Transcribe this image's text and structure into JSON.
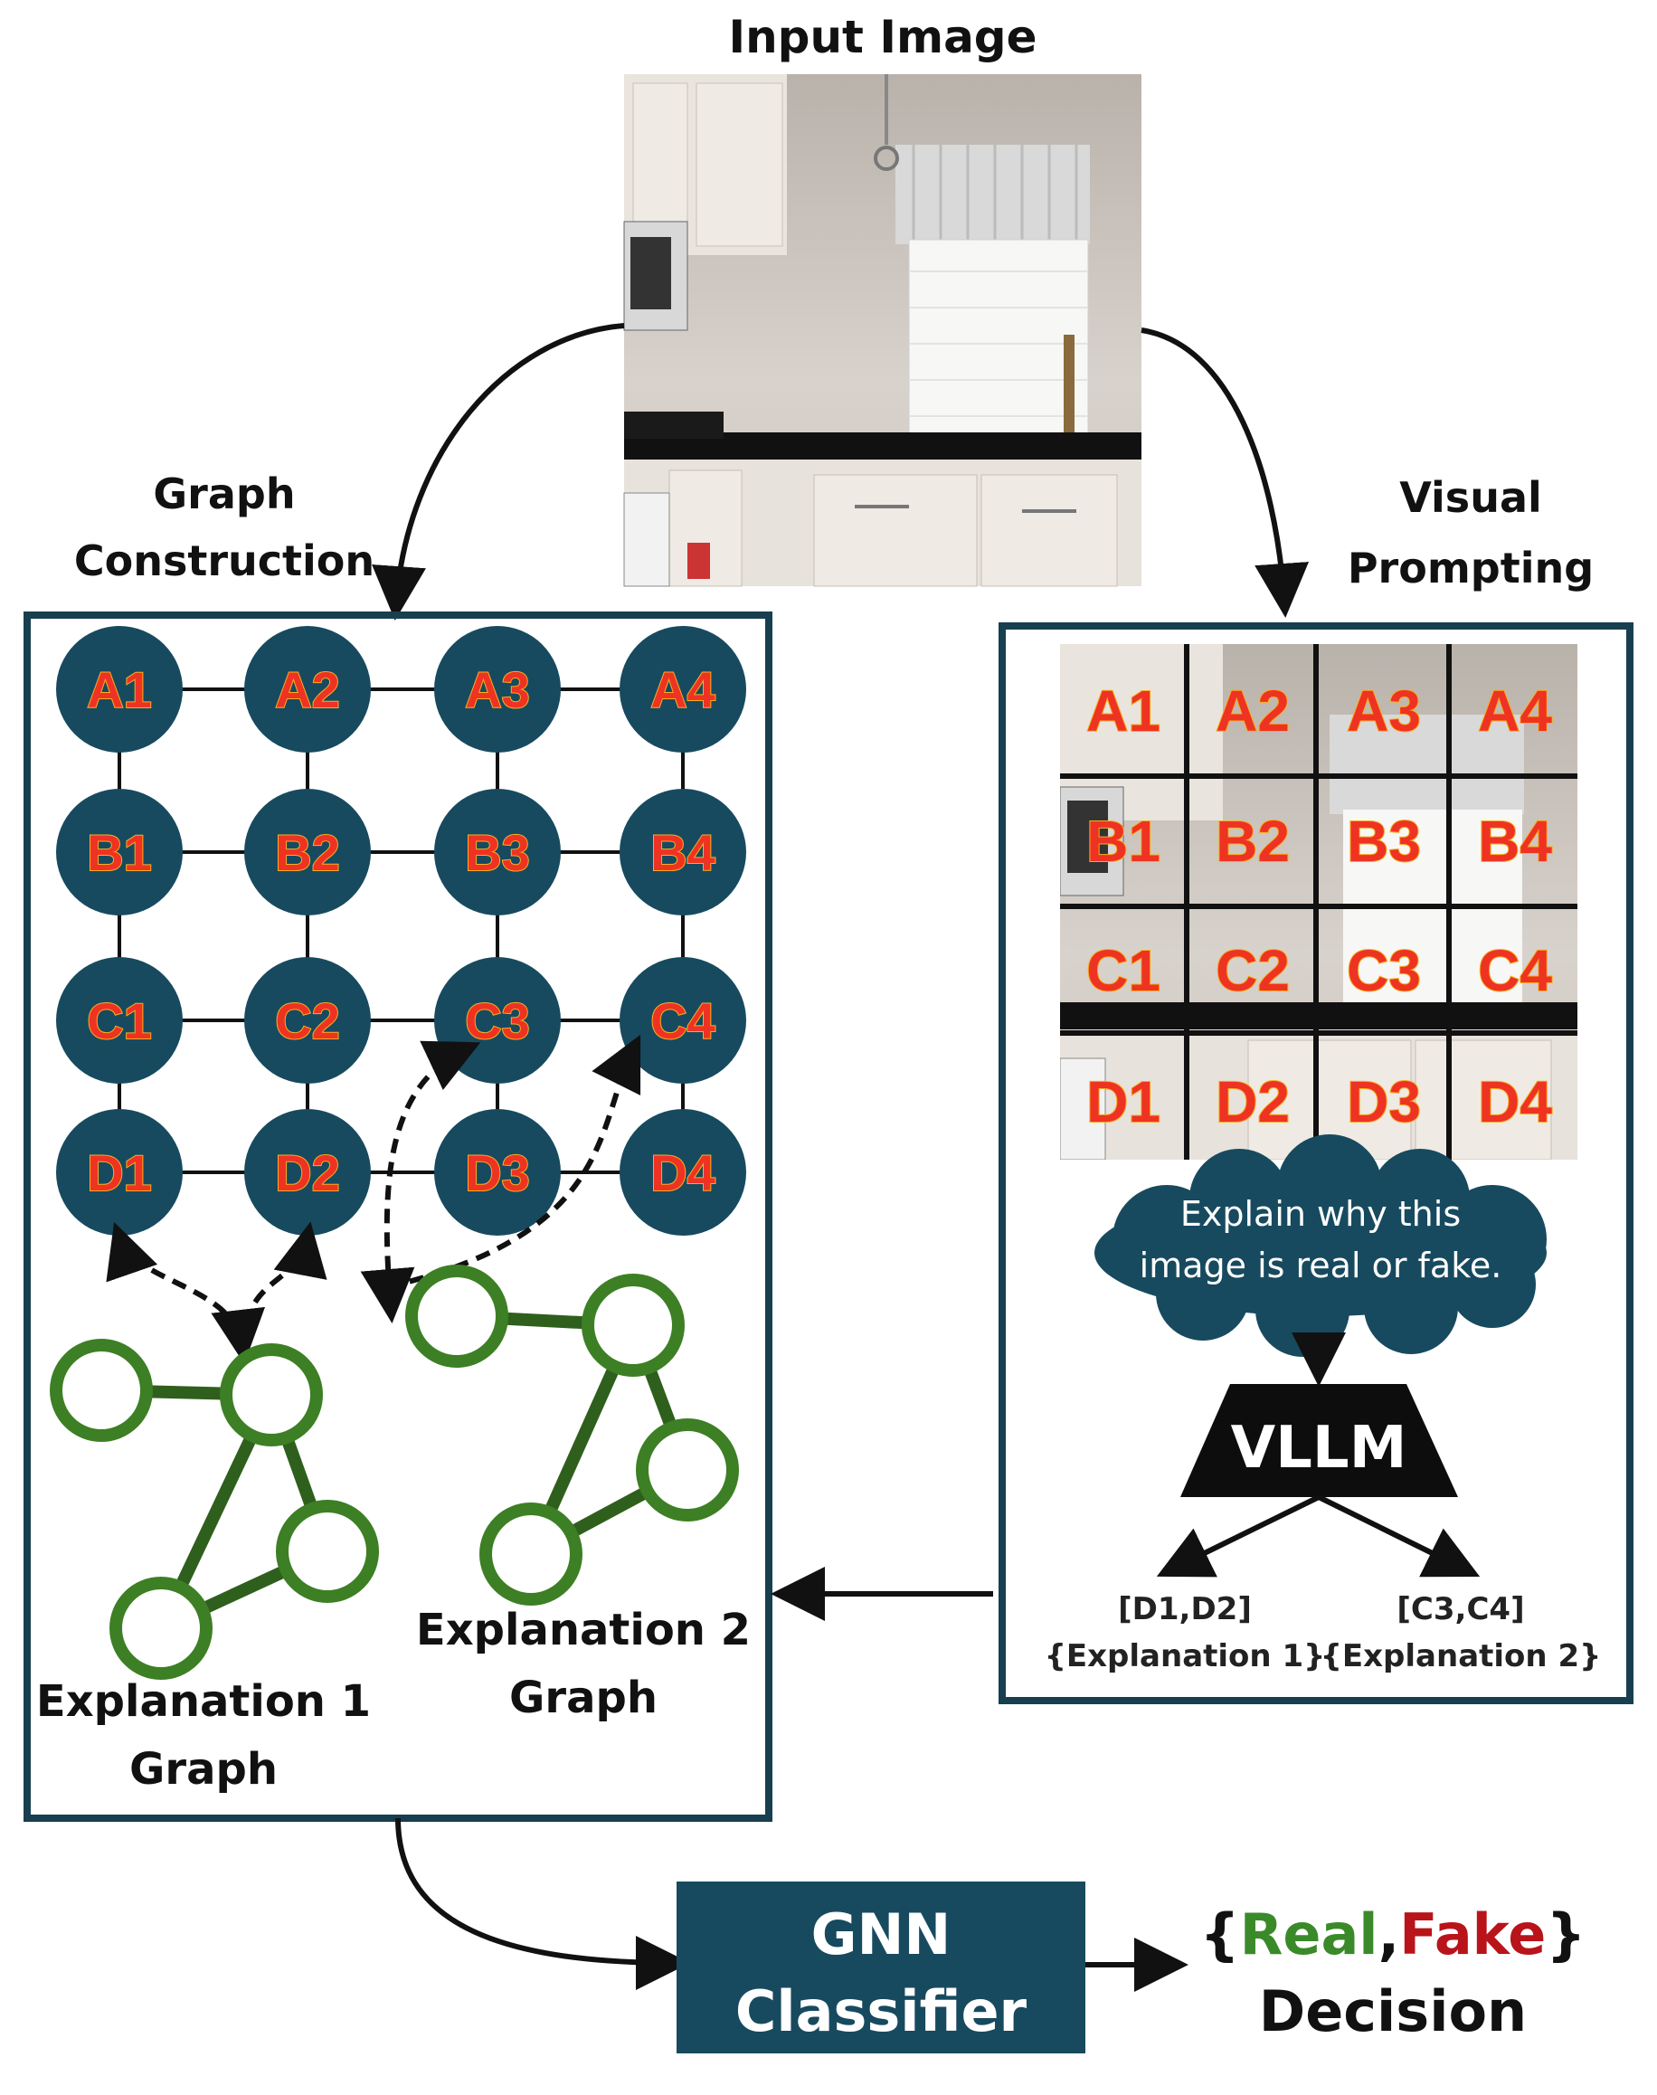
{
  "title_input": "Input Image",
  "label_graph_construction": [
    "Graph",
    "Construction"
  ],
  "label_visual_prompting": [
    "Visual",
    "Prompting"
  ],
  "grid_nodes": [
    [
      "A1",
      "A2",
      "A3",
      "A4"
    ],
    [
      "B1",
      "B2",
      "B3",
      "B4"
    ],
    [
      "C1",
      "C2",
      "C3",
      "C4"
    ],
    [
      "D1",
      "D2",
      "D3",
      "D4"
    ]
  ],
  "prompt_text": [
    "Explain why this",
    "image is real or fake."
  ],
  "vllm_label": "VLLM",
  "output_left": [
    "[D1,D2]",
    "{Explanation 1}"
  ],
  "output_right": [
    "[C3,C4]",
    "{Explanation 2}"
  ],
  "explanation_1": [
    "Explanation 1",
    "Graph"
  ],
  "explanation_2": [
    "Explanation 2",
    "Graph"
  ],
  "gnn_label": [
    "GNN",
    "Classifier"
  ],
  "decision": {
    "open": "{",
    "real": "Real",
    "comma": ",",
    "fake": "Fake",
    "close": "}",
    "word": "Decision"
  },
  "colors": {
    "node_fill": "#174a5f",
    "box_fill": "#174a5f",
    "green_node": "#3d7f24",
    "green_edge": "#2f5f1c",
    "real": "#3a8a2a",
    "fake": "#b8141a"
  },
  "icons": {
    "input_image": "kitchen-photo",
    "prompt_bubble": "cloud-shape"
  }
}
